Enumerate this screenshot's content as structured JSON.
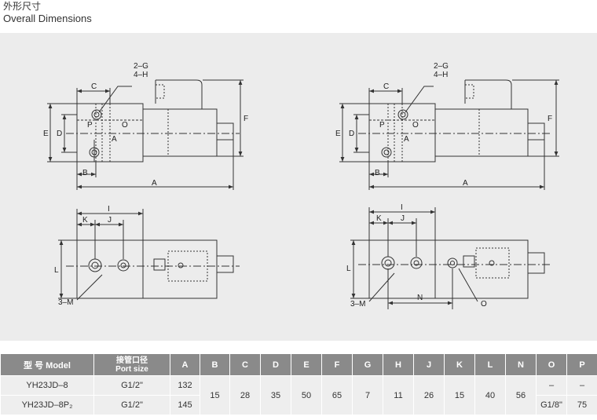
{
  "header": {
    "title_cn": "外形尺寸",
    "title_en": "Overall Dimensions"
  },
  "drawing_labels": {
    "dim_a": "A",
    "dim_b": "B",
    "dim_c": "C",
    "dim_d": "D",
    "dim_e": "E",
    "dim_f": "F",
    "dim_i": "I",
    "dim_j": "J",
    "dim_k": "K",
    "dim_l": "L",
    "dim_n": "N",
    "port_p": "P",
    "port_o": "O",
    "port_a": "A",
    "port_o_side": "O",
    "callout_g": "2–G",
    "callout_h": "4–H",
    "callout_m": "3–M"
  },
  "table": {
    "headers": [
      {
        "key": "model",
        "lines": [
          "型 号 Model"
        ]
      },
      {
        "key": "port",
        "lines": [
          "接管口径",
          "Port size"
        ]
      },
      {
        "key": "A",
        "lines": [
          "A"
        ]
      },
      {
        "key": "B",
        "lines": [
          "B"
        ]
      },
      {
        "key": "C",
        "lines": [
          "C"
        ]
      },
      {
        "key": "D",
        "lines": [
          "D"
        ]
      },
      {
        "key": "E",
        "lines": [
          "E"
        ]
      },
      {
        "key": "F",
        "lines": [
          "F"
        ]
      },
      {
        "key": "G",
        "lines": [
          "G"
        ]
      },
      {
        "key": "H",
        "lines": [
          "H"
        ]
      },
      {
        "key": "J",
        "lines": [
          "J"
        ]
      },
      {
        "key": "K",
        "lines": [
          "K"
        ]
      },
      {
        "key": "L",
        "lines": [
          "L"
        ]
      },
      {
        "key": "N",
        "lines": [
          "N"
        ]
      },
      {
        "key": "O",
        "lines": [
          "O"
        ]
      },
      {
        "key": "P",
        "lines": [
          "P"
        ]
      }
    ],
    "rows": [
      {
        "model": "YH23JD–8",
        "port": "G1/2\"",
        "A": "132",
        "O": "–",
        "P": "–"
      },
      {
        "model": "YH23JD–8P₂",
        "port": "G1/2\"",
        "A": "145",
        "O": "G1/8\"",
        "P": "75"
      }
    ],
    "shared": {
      "B": "15",
      "C": "28",
      "D": "35",
      "E": "50",
      "F": "65",
      "G": "7",
      "H": "11",
      "J": "26",
      "K": "15",
      "L": "40",
      "N": "56"
    }
  }
}
